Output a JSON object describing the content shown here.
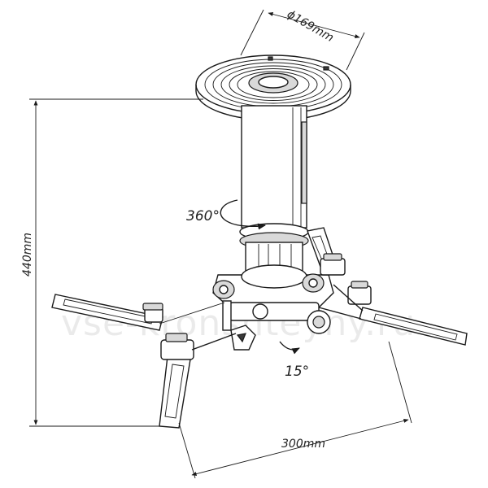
{
  "diagram": {
    "dimensions": {
      "plate_diameter": "ϕ169mm",
      "height": "440mm",
      "width": "300mm"
    },
    "annotations": {
      "rotation": "360°",
      "tilt": "15°"
    },
    "watermark": "vse-kronshteyny.ru",
    "colors": {
      "line": "#1a1a1a",
      "fill_light": "#ffffff",
      "fill_shade": "#d9d9d9",
      "fill_dark": "#3a3a3a"
    }
  }
}
